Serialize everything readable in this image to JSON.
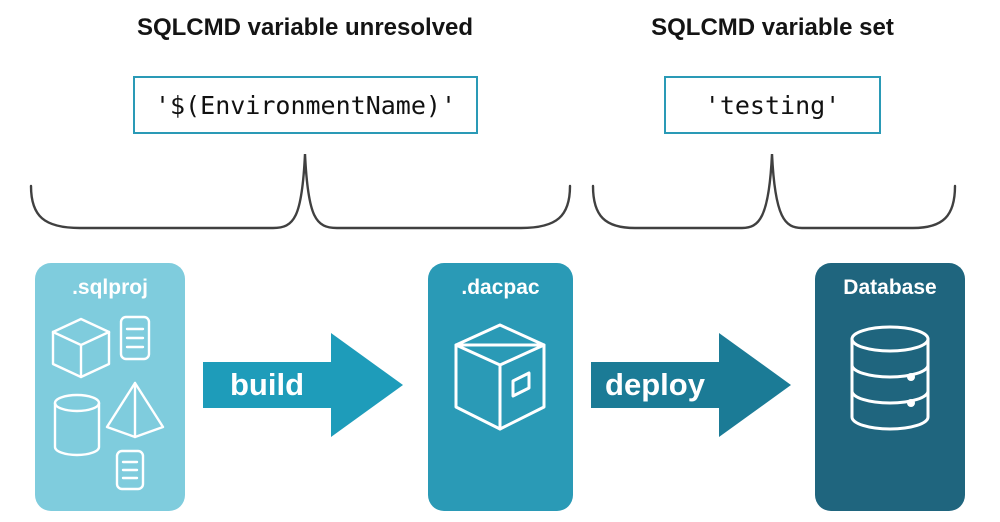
{
  "headings": {
    "left": "SQLCMD variable unresolved",
    "right": "SQLCMD variable set"
  },
  "boxes": {
    "left_value": "'$(EnvironmentName)'",
    "right_value": "'testing'"
  },
  "pipeline": {
    "sqlproj": ".sqlproj",
    "build": "build",
    "dacpac": ".dacpac",
    "deploy": "deploy",
    "database": "Database"
  },
  "icons": {
    "sqlproj": [
      "cube-icon",
      "scroll-icon",
      "pyramid-icon",
      "cylinder-icon",
      "scroll-icon"
    ],
    "dacpac": "package-icon",
    "database": "database-icon"
  },
  "colors": {
    "sqlproj_bg": "#7fccdd",
    "build_arrow": "#1e9cba",
    "dacpac_bg": "#2a9ab6",
    "deploy_arrow": "#1b7b96",
    "database_bg": "#1f657e",
    "box_border": "#2a9ab6",
    "brace": "#404040"
  }
}
